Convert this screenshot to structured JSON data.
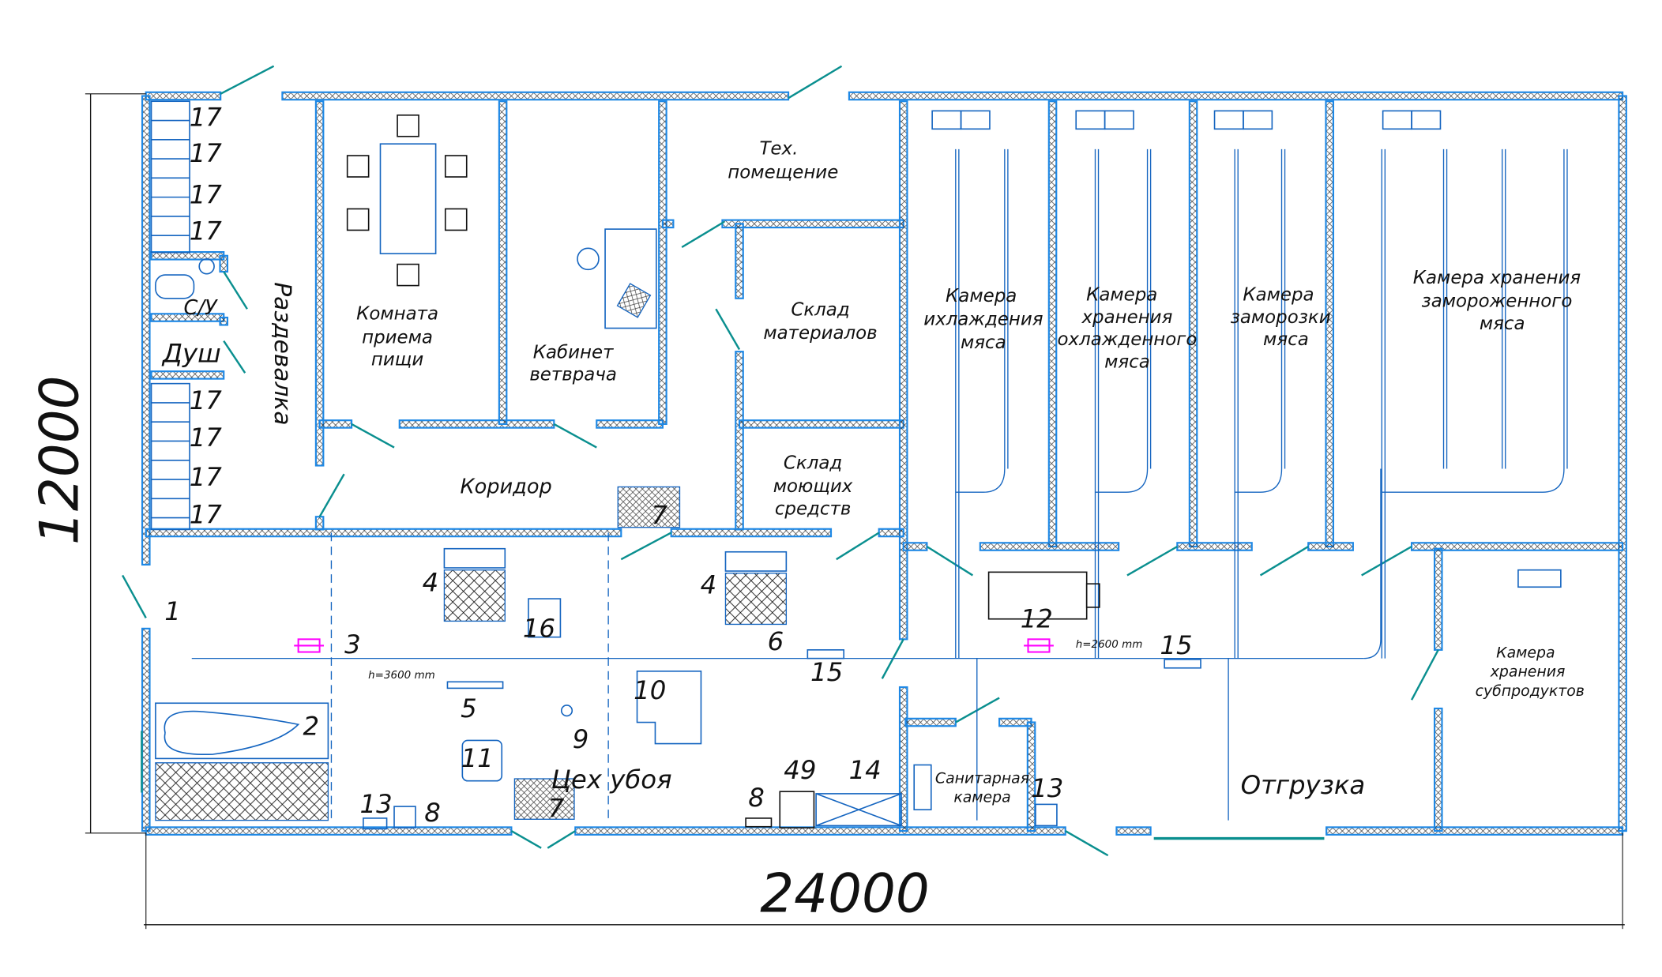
{
  "colors": {
    "wall": "#1e88e5",
    "door": "#0a8f8f",
    "text": "#111111",
    "accent": "#ff00ff",
    "equipment": "#1565c0"
  },
  "dimensions": {
    "width": "24000",
    "height": "12000"
  },
  "rooms": {
    "tech": [
      "Тех.",
      "помещение"
    ],
    "dining": [
      "Комната",
      "приема",
      "пищи"
    ],
    "vet": [
      "Кабинет",
      "ветврача"
    ],
    "materials": [
      "Склад",
      "материалов"
    ],
    "detergents": [
      "Склад",
      "моющих",
      "средств"
    ],
    "locker": "Раздевалка",
    "corridor": "Коридор",
    "wc": "С/У",
    "shower": "Душ",
    "chill": [
      "Камера",
      "ихлаждения",
      "мяса"
    ],
    "chilled_store": [
      "Камера",
      "хранения",
      "охлажденного",
      "мяса"
    ],
    "freeze": [
      "Камера",
      "заморозки",
      "мяса"
    ],
    "frozen_store": [
      "Камера хранения",
      "замороженного",
      "мяса"
    ],
    "offal": [
      "Камера",
      "хранения",
      "субпродуктов"
    ],
    "sanitary": [
      "Санитарная",
      "камера"
    ],
    "shipping": "Отгрузка",
    "slaughter": "Цех убоя"
  },
  "heights": {
    "h1": "h=3600 mm",
    "h2": "h=2600 mm"
  },
  "labels": {
    "l17": "17",
    "l1": "1",
    "l2": "2",
    "l3": "3",
    "l4": "4",
    "l5": "5",
    "l6": "6",
    "l7": "7",
    "l8": "8",
    "l9": "9",
    "l10": "10",
    "l11": "11",
    "l12": "12",
    "l13": "13",
    "l14": "14",
    "l15": "15",
    "l16": "16",
    "l49": "49"
  }
}
